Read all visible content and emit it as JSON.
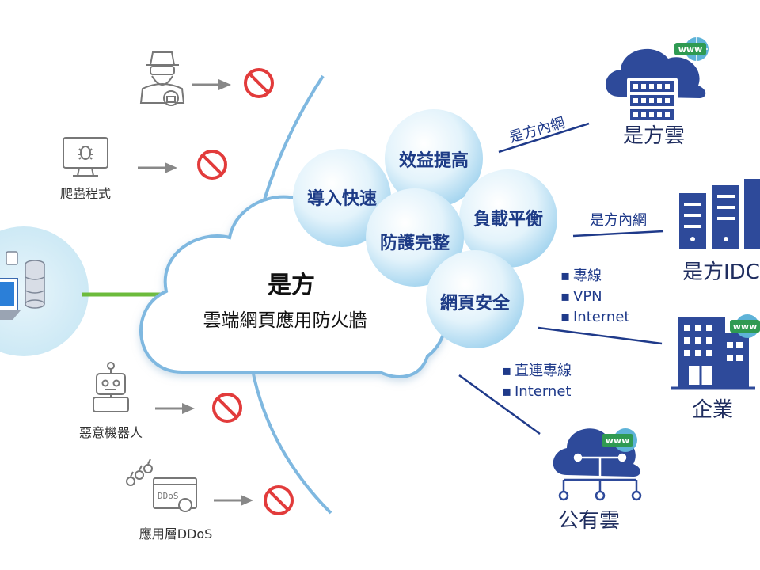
{
  "threats": [
    {
      "id": "hacker",
      "label": ""
    },
    {
      "id": "crawler",
      "label": "爬蟲程式"
    },
    {
      "id": "bot",
      "label": "惡意機器人"
    },
    {
      "id": "ddos",
      "label": "應用層DDoS"
    }
  ],
  "ddos_badge": "DDoS",
  "center": {
    "title": "是方",
    "subtitle": "雲端網頁應用防火牆"
  },
  "bubbles": [
    "導入快速",
    "效益提高",
    "防護完整",
    "負載平衡",
    "網頁安全"
  ],
  "connections": {
    "cloud_link": "是方內網",
    "idc_link": "是方內網",
    "enterprise_list": [
      "專線",
      "VPN",
      "Internet"
    ],
    "public_list": [
      "直連專線",
      "Internet"
    ]
  },
  "destinations": {
    "cloud": "是方雲",
    "idc": "是方IDC",
    "enterprise": "企業",
    "public": "公有雲"
  },
  "www_badge": "www",
  "colors": {
    "arc": "#7fb8e0",
    "green_arrow": "#6cbb3c",
    "block_red": "#e23b3b",
    "navy": "#1f3a8a",
    "icon_blue": "#2e4a9a",
    "bubble_fill": "#d5ecf8"
  }
}
